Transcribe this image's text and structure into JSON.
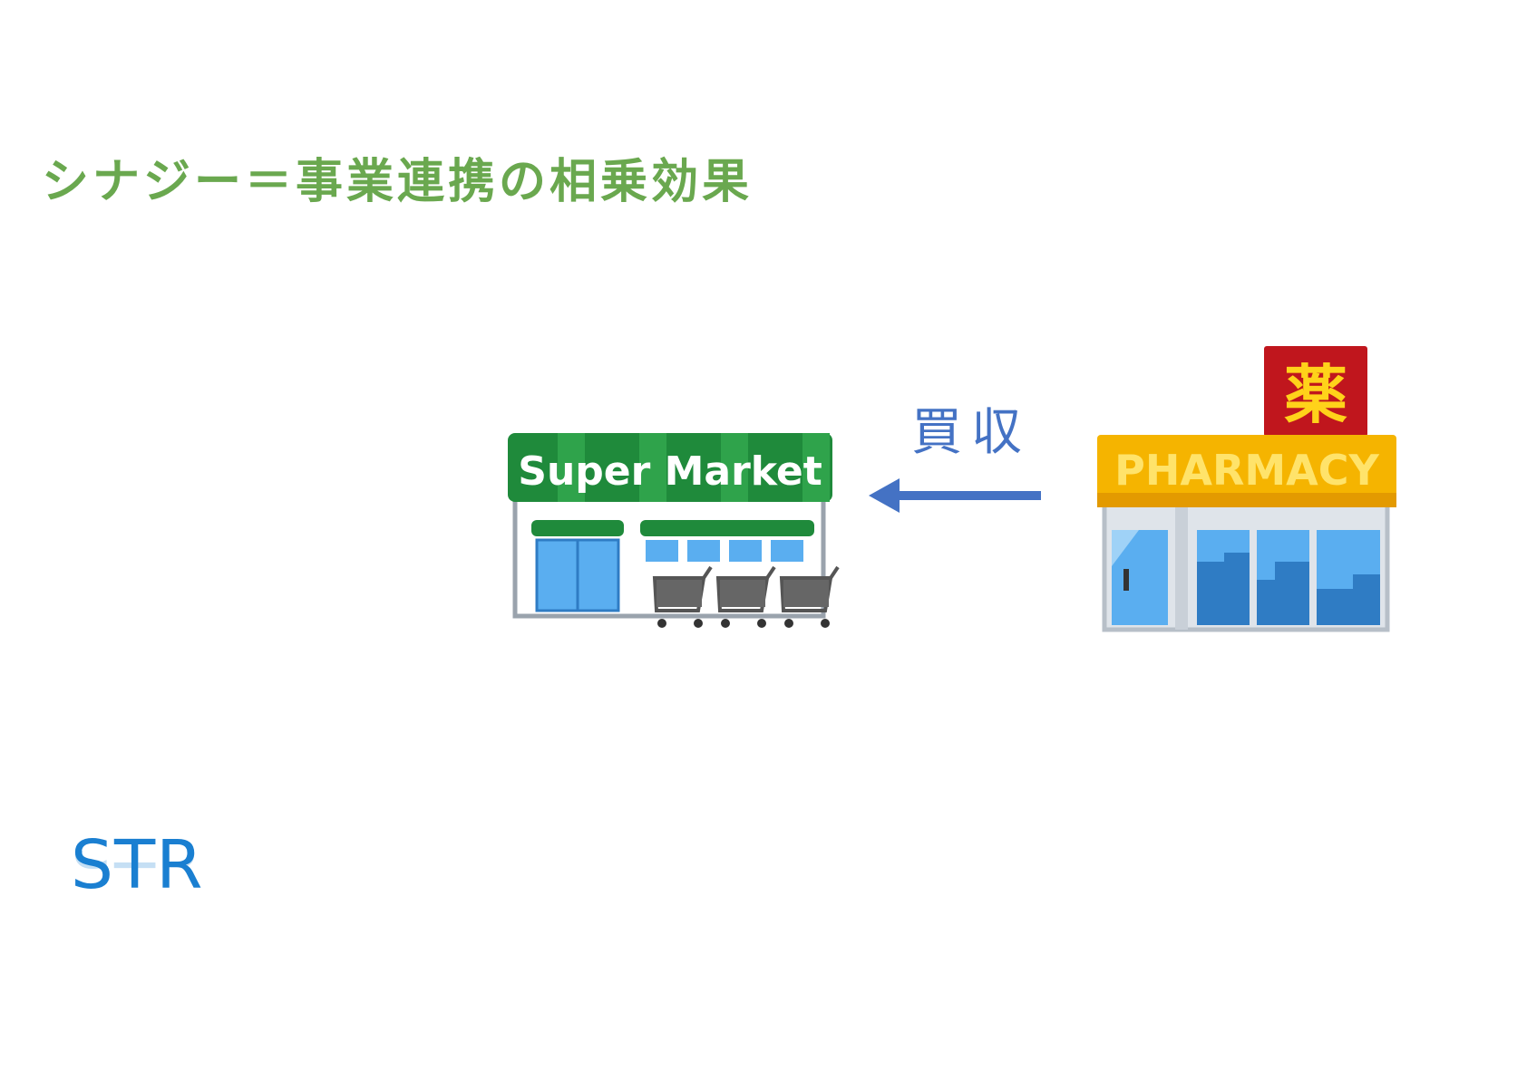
{
  "title": "シナジー＝事業連携の相乗効果",
  "supermarket": {
    "sign": "Super Market"
  },
  "pharmacy": {
    "sign": "PHARMACY",
    "kanji": "薬"
  },
  "arrow": {
    "label": "買収"
  },
  "logo": {
    "text": "STR"
  },
  "colors": {
    "title": "#6aa84f",
    "arrow": "#4472c4",
    "supermarket_sign": "#1f8a3b",
    "pharmacy_sign": "#f5b400",
    "pharmacy_kanji_bg": "#c0161d",
    "logo": "#1a7fd1"
  }
}
